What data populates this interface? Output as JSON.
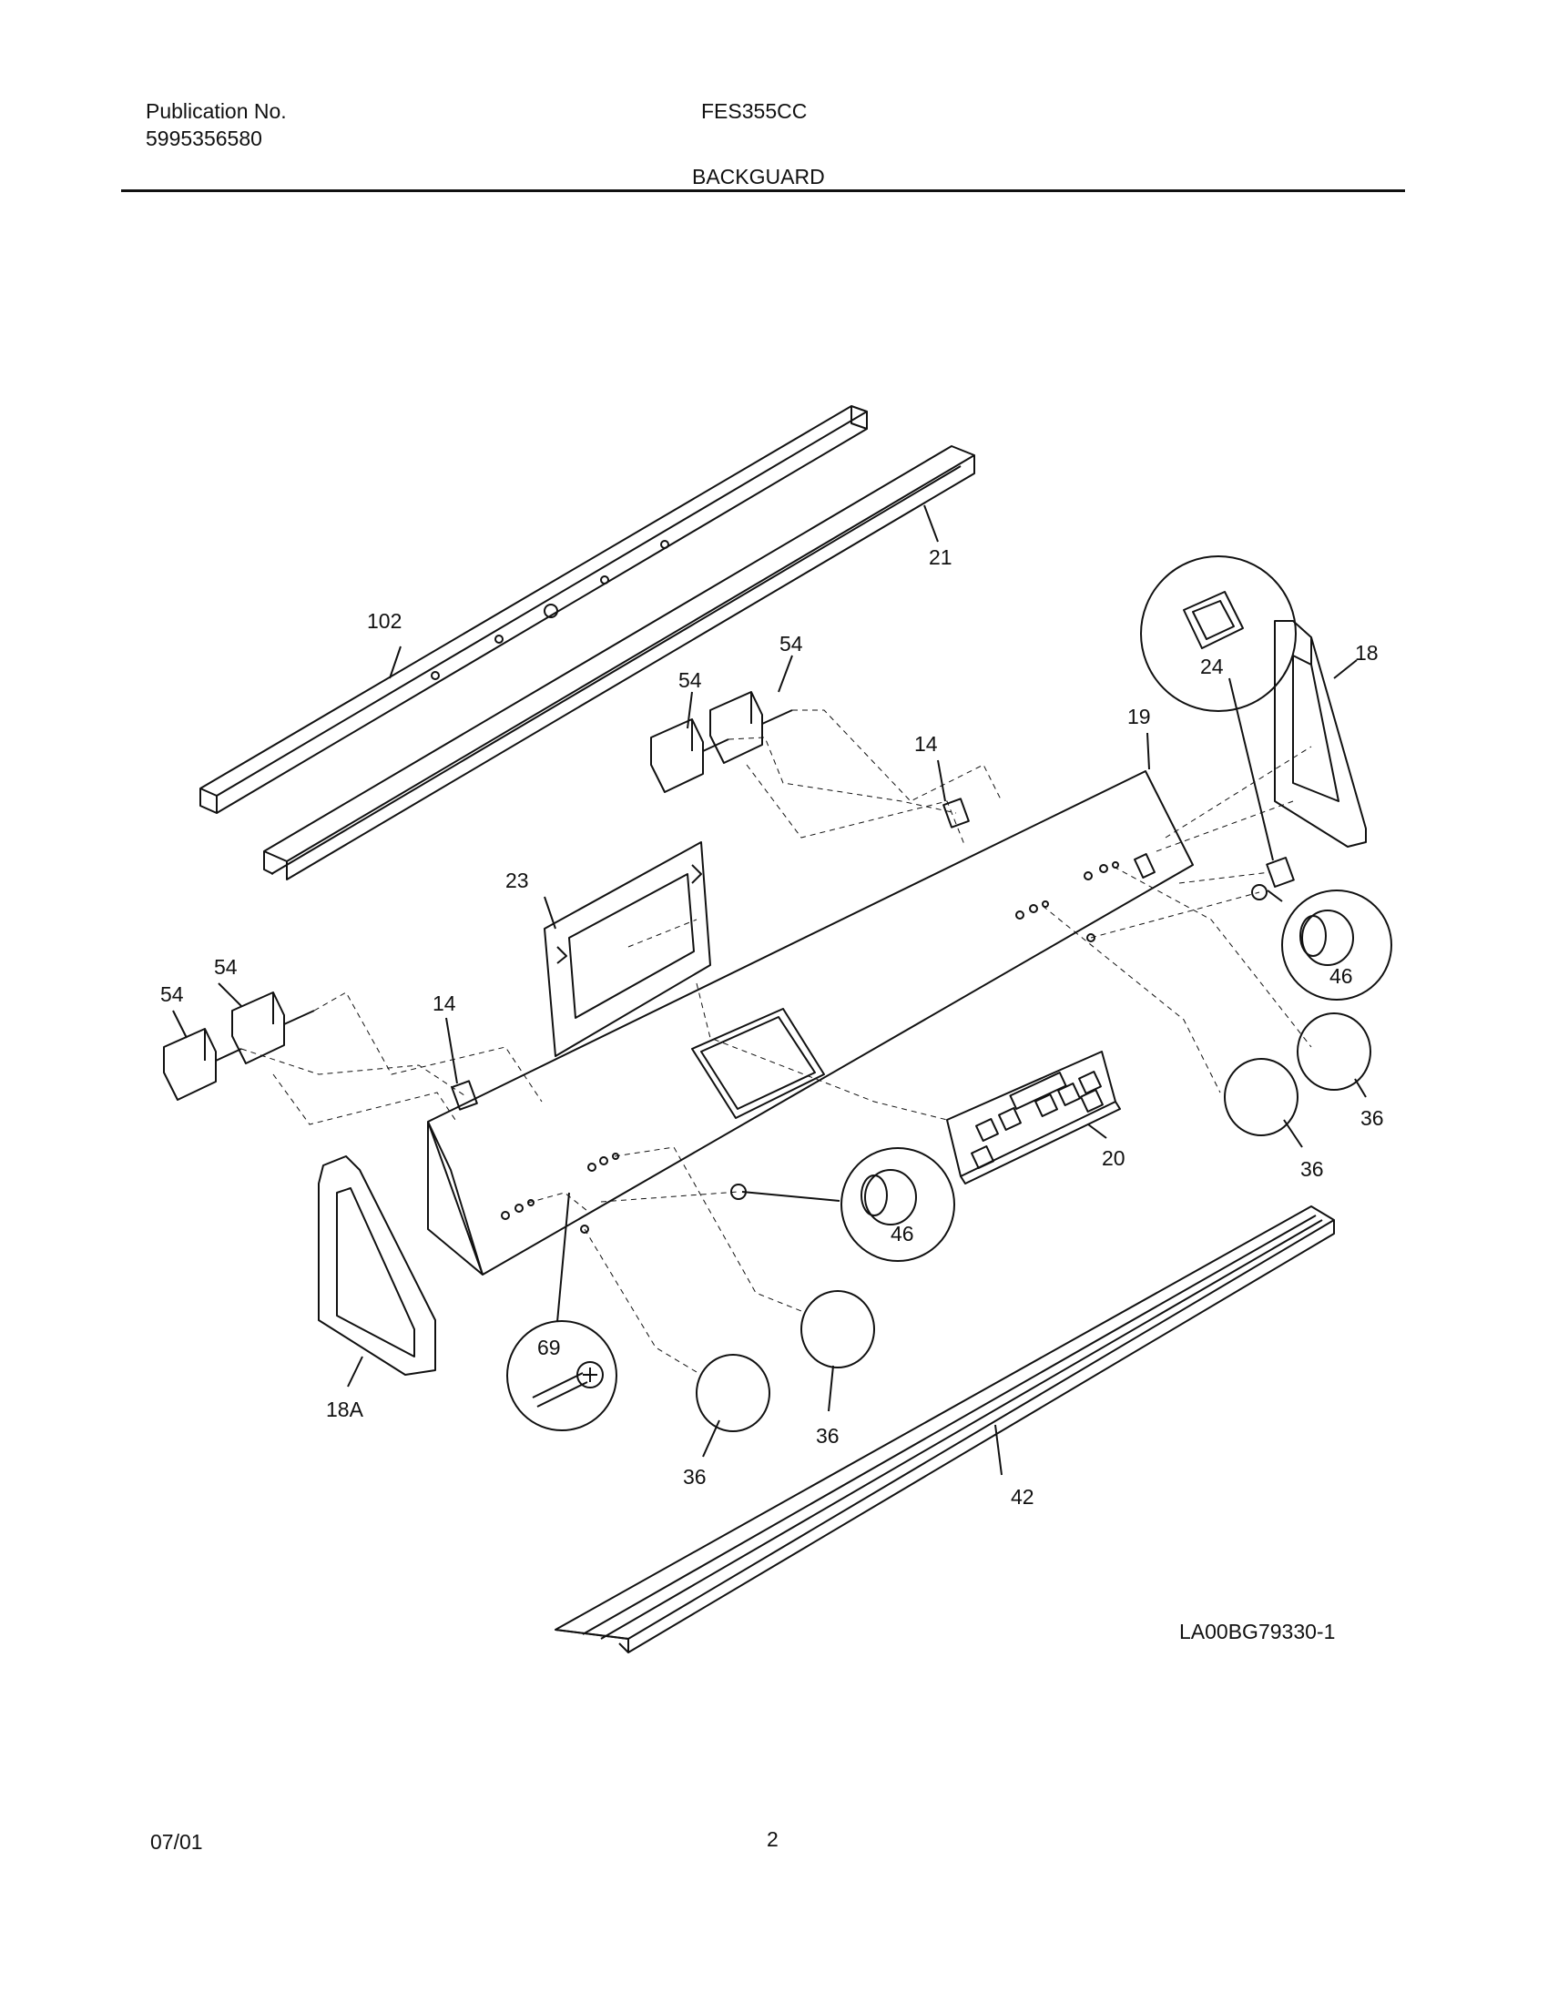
{
  "header": {
    "publication_label": "Publication No.",
    "publication_number": "5995356580",
    "model": "FES355CC",
    "section_title": "BACKGUARD"
  },
  "diagram": {
    "drawing_code": "LA00BG79330-1",
    "callouts": {
      "c102": "102",
      "c21": "21",
      "c24": "24",
      "c18": "18",
      "c54a": "54",
      "c54b": "54",
      "c19": "19",
      "c14a": "14",
      "c23": "23",
      "c46a": "46",
      "c54c": "54",
      "c54d": "54",
      "c14b": "14",
      "c36a": "36",
      "c36b": "36",
      "c20": "20",
      "c46b": "46",
      "c69": "69",
      "c18a": "18A",
      "c36c": "36",
      "c36d": "36",
      "c42": "42"
    }
  },
  "footer": {
    "date": "07/01",
    "page_number": "2"
  }
}
